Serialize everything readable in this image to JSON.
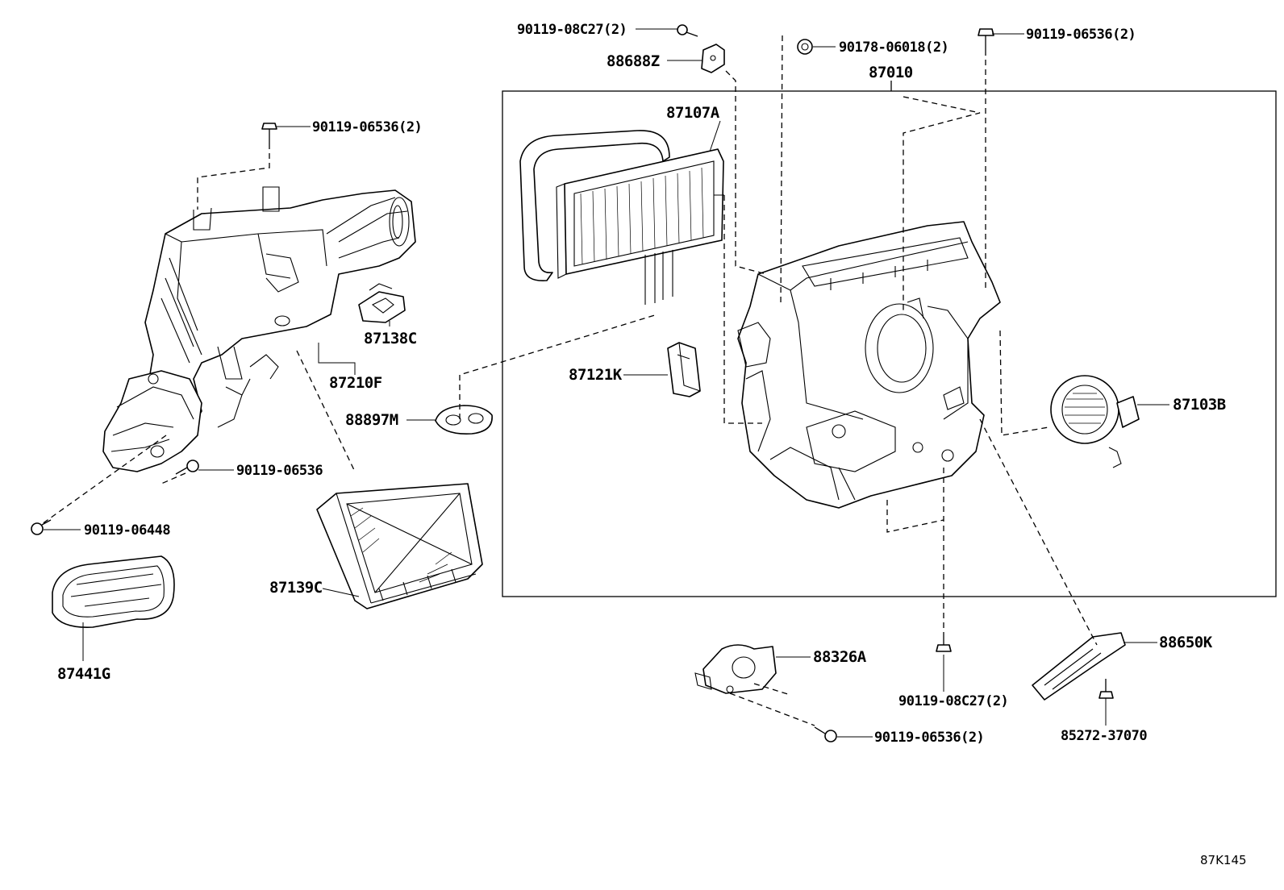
{
  "diagram": {
    "code": "87K145",
    "assembly": {
      "part_no": "87010"
    },
    "parts": [
      {
        "id": "p1",
        "part_no": "90119-08C27(2)"
      },
      {
        "id": "p2",
        "part_no": "88688Z"
      },
      {
        "id": "p3",
        "part_no": "90178-06018(2)"
      },
      {
        "id": "p4",
        "part_no": "90119-06536(2)"
      },
      {
        "id": "p5",
        "part_no": "90119-06536(2)"
      },
      {
        "id": "p6",
        "part_no": "87107A"
      },
      {
        "id": "p7",
        "part_no": "87138C"
      },
      {
        "id": "p8",
        "part_no": "87210F"
      },
      {
        "id": "p9",
        "part_no": "88897M"
      },
      {
        "id": "p10",
        "part_no": "87121K"
      },
      {
        "id": "p11",
        "part_no": "87103B"
      },
      {
        "id": "p12",
        "part_no": "90119-06536"
      },
      {
        "id": "p13",
        "part_no": "90119-06448"
      },
      {
        "id": "p14",
        "part_no": "87139C"
      },
      {
        "id": "p15",
        "part_no": "87441G"
      },
      {
        "id": "p16",
        "part_no": "88326A"
      },
      {
        "id": "p17",
        "part_no": "88650K"
      },
      {
        "id": "p18",
        "part_no": "90119-08C27(2)"
      },
      {
        "id": "p19",
        "part_no": "85272-37070"
      },
      {
        "id": "p20",
        "part_no": "90119-06536(2)"
      }
    ]
  }
}
